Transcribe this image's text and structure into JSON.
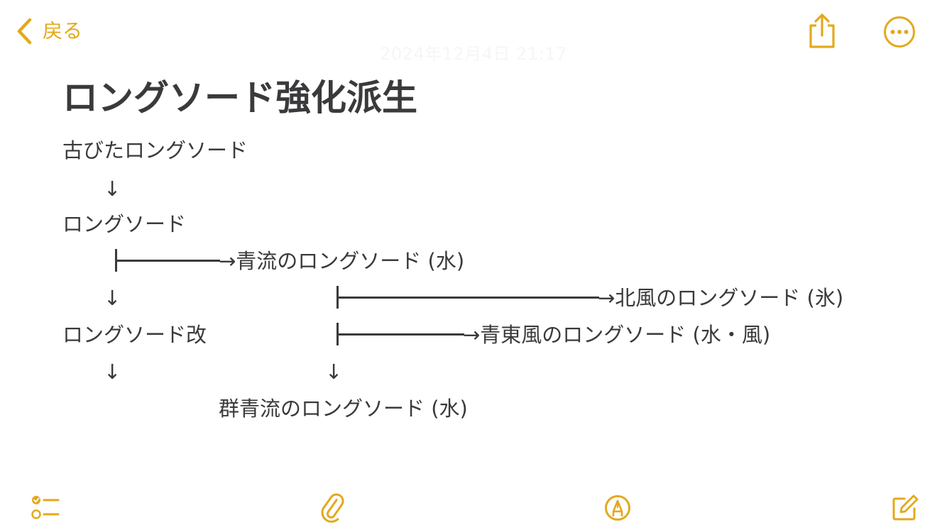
{
  "nav": {
    "back_label": "戻る",
    "timestamp": "2024年12月4日 21:17"
  },
  "note": {
    "title": "ロングソード強化派生",
    "lines": [
      "古びたロングソード",
      "↓",
      "ロングソード",
      "→青流のロングソード (水)",
      "↓",
      "→北風のロングソード (氷)",
      "ロングソード改",
      "→青東風のロングソード (水・風)",
      "↓",
      "↓",
      "群青流のロングソード (水)"
    ]
  },
  "colors": {
    "accent": "#e3a91c",
    "text": "#3a3a3c",
    "background": "#ffffff"
  },
  "icons": {
    "back": "chevron-left-icon",
    "share": "share-icon",
    "more": "ellipsis-circle-icon",
    "checklist": "checklist-icon",
    "attach": "paperclip-icon",
    "markup": "markup-pen-icon",
    "compose": "compose-icon"
  }
}
